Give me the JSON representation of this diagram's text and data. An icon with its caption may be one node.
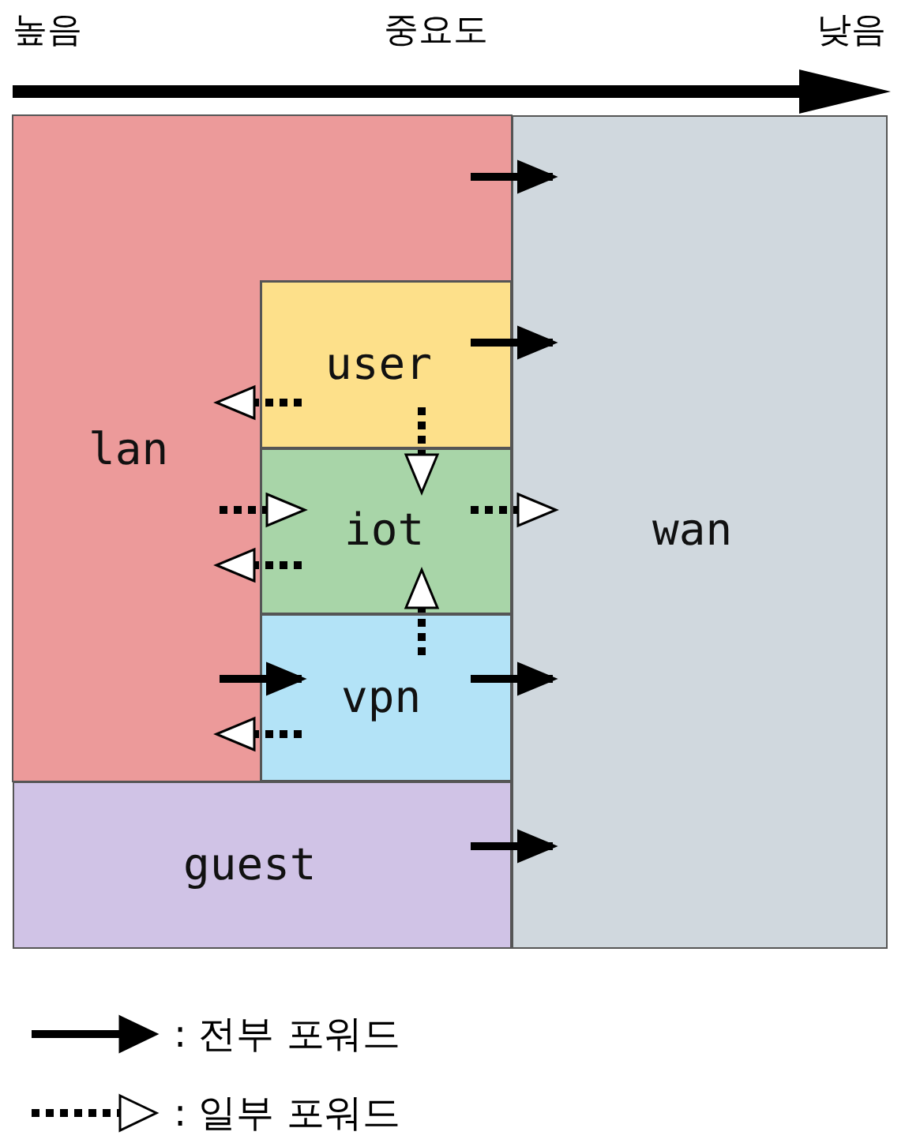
{
  "diagram": {
    "nodes": [
      {
        "text": [
          "lan"
        ]
      },
      {
        "text": [
          "user"
        ]
      },
      {
        "text": [
          "iot"
        ]
      },
      {
        "text": [
          "vpn"
        ]
      },
      {
        "text": [
          "guest"
        ]
      },
      {
        "text": [
          "wan"
        ]
      }
    ],
    "edges": [
      {
        "from": 0,
        "to": 5,
        "arrow": "to"
      },
      {
        "from": 1,
        "to": 5,
        "arrow": "to"
      },
      {
        "from": 1,
        "to": 0,
        "arrow": "to",
        "style": "dashed"
      },
      {
        "from": 1,
        "to": 2,
        "arrow": "to",
        "style": "dashed"
      },
      {
        "from": 0,
        "to": 2,
        "arrow": "to",
        "style": "dashed"
      },
      {
        "from": 2,
        "to": 5,
        "arrow": "to",
        "style": "dashed"
      },
      {
        "from": 2,
        "to": 0,
        "arrow": "to",
        "style": "dashed"
      },
      {
        "from": 3,
        "to": 2,
        "arrow": "to",
        "style": "dashed"
      },
      {
        "from": 0,
        "to": 3,
        "arrow": "to"
      },
      {
        "from": 3,
        "to": 5,
        "arrow": "to"
      },
      {
        "from": 3,
        "to": 0,
        "arrow": "to",
        "style": "dashed"
      },
      {
        "from": 4,
        "to": 5,
        "arrow": "to"
      }
    ],
    "labels": [
      "높음",
      "중요도",
      "낮음"
    ],
    "legend": [
      {
        "text": ": 전부 포워드"
      },
      {
        "text": ": 일부 포워드"
      }
    ]
  }
}
